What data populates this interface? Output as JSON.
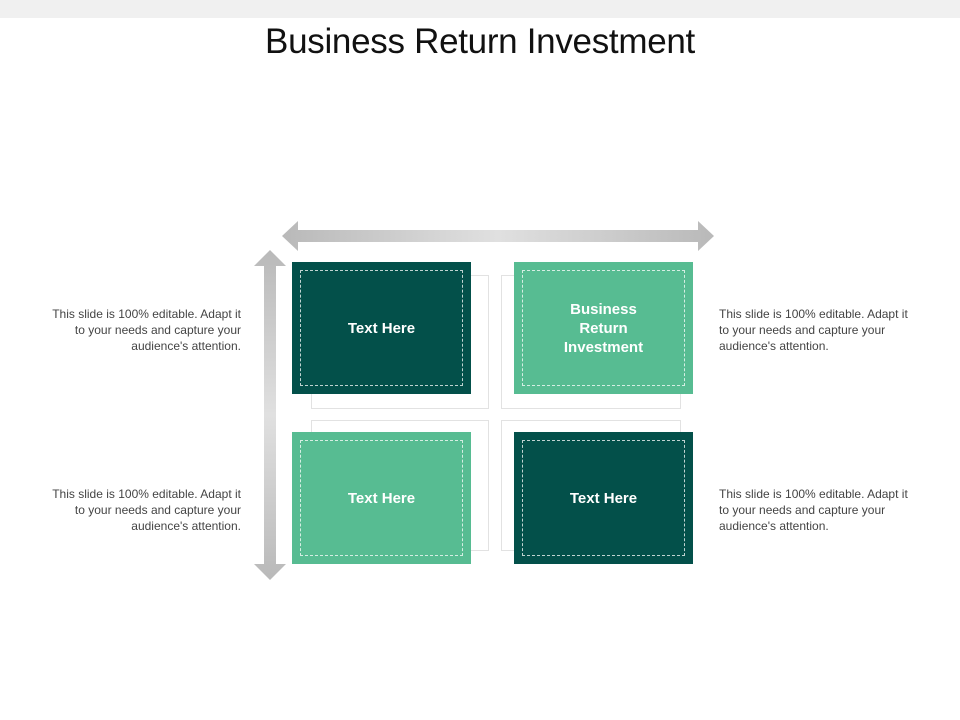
{
  "title": "Business Return Investment",
  "colors": {
    "dark_teal": "#03504a",
    "light_green": "#57bc92",
    "arrow_gray": "#c8c8c8"
  },
  "quadrants": [
    {
      "label": "Text Here",
      "color": "dark_teal"
    },
    {
      "label": "Business Return Investment",
      "color": "light_green"
    },
    {
      "label": "Text Here",
      "color": "light_green"
    },
    {
      "label": "Text Here",
      "color": "dark_teal"
    }
  ],
  "descriptions": {
    "top_left": "This slide is 100% editable. Adapt it to your needs and capture your audience's attention.",
    "bottom_left": "This slide is 100% editable. Adapt it to your needs and capture your audience's attention.",
    "top_right": "This slide is 100% editable. Adapt it to your needs and capture your audience's attention.",
    "bottom_right": "This slide is 100% editable. Adapt it to your needs and capture your audience's attention."
  }
}
